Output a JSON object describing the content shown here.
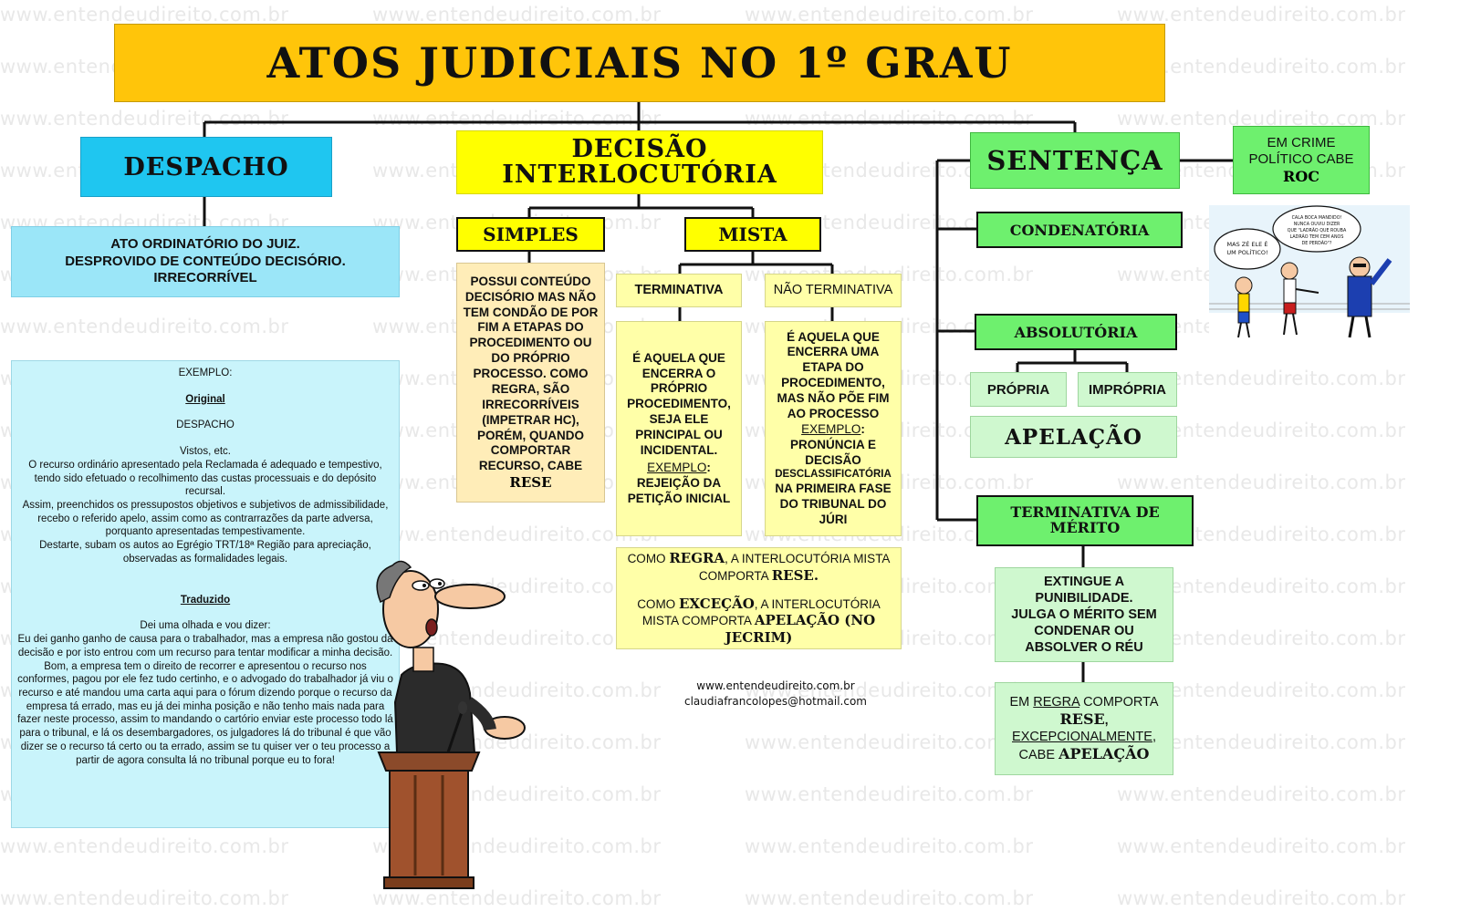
{
  "watermark": "www.entendeudireito.com.br",
  "title": "ATOS JUDICIAIS NO 1º GRAU",
  "despacho": {
    "heading": "DESPACHO",
    "definition": [
      "ATO ORDINATÓRIO DO JUIZ.",
      "DESPROVIDO DE CONTEÚDO DECISÓRIO.",
      "IRRECORRÍVEL"
    ],
    "example": {
      "label": "EXEMPLO:",
      "original_heading": "Original",
      "original_title": "DESPACHO",
      "original_paragraphs": [
        "Vistos, etc.",
        "O recurso ordinário apresentado pela Reclamada é adequado e tempestivo, tendo sido efetuado o recolhimento das custas processuais e do depósito recursal.",
        "Assim, preenchidos os pressupostos objetivos e subjetivos de admissibilidade, recebo o referido apelo, assim como as contrarrazões da parte adversa, porquanto apresentadas tempestivamente.",
        "Destarte, subam os autos ao Egrégio TRT/18ª Região para apreciação, observadas as formalidades legais."
      ],
      "translated_heading": "Traduzido",
      "translated_paragraphs": [
        "Dei uma olhada e vou dizer:",
        "Eu dei ganho ganho de causa para o trabalhador, mas a empresa não gostou da decisão e por isto entrou com um recurso para tentar modificar a minha decisão.",
        "Bom, a empresa tem o direito de recorrer e apresentou o recurso nos conformes, pagou por ele fez tudo certinho, e o advogado do trabalhador já viu o recurso e até mandou uma carta aqui para o fórum dizendo porque o recurso da empresa tá errado, mas eu já dei minha posição e não tenho mais nada para fazer neste processo, assim to mandando o cartório enviar este processo todo lá para o tribunal, e lá os desembargadores, os julgadores lá do tribunal é que vão dizer se o recurso tá certo ou ta errado, assim se tu quiser ver o teu processo a partir de agora consulta lá no tribunal porque eu to fora!"
      ]
    }
  },
  "interlocutoria": {
    "heading_line1": "DECISÃO",
    "heading_line2": "INTERLOCUTÓRIA",
    "simples": {
      "heading": "SIMPLES",
      "text": "POSSUI CONTEÚDO DECISÓRIO MAS NÃO TEM CONDÃO DE POR FIM A ETAPAS DO PROCEDIMENTO OU DO PRÓPRIO PROCESSO. COMO REGRA, SÃO IRRECORRÍVEIS (IMPETRAR HC), PORÉM, QUANDO COMPORTAR RECURSO, CABE",
      "recurso": "RESE"
    },
    "mista": {
      "heading": "MISTA",
      "terminativa": {
        "heading": "TERMINATIVA",
        "text": "É AQUELA QUE ENCERRA O PRÓPRIO PROCEDIMENTO, SEJA ELE PRINCIPAL OU INCIDENTAL.",
        "example_label": "EXEMPLO",
        "example_text": "REJEIÇÃO DA PETIÇÃO INICIAL"
      },
      "nao_terminativa": {
        "heading": "NÃO TERMINATIVA",
        "text": "É AQUELA QUE ENCERRA UMA ETAPA DO PROCEDIMENTO, MAS NÃO PÕE FIM AO PROCESSO",
        "example_label": "EXEMPLO",
        "example_text1": "PRONÚNCIA E DECISÃO",
        "example_text2": "DESCLASSIFICATÓRIA",
        "example_text3": "NA PRIMEIRA FASE DO TRIBUNAL DO JÚRI"
      },
      "rule": {
        "p1_a": "COMO",
        "p1_b": "REGRA",
        "p1_c": ", A INTERLOCUTÓRIA MISTA COMPORTA",
        "p1_d": "RESE.",
        "p2_a": "COMO",
        "p2_b": "EXCEÇÃO",
        "p2_c": ", A INTERLOCUTÓRIA MISTA COMPORTA",
        "p2_d": "APELAÇÃO (NO JECRIM)"
      }
    }
  },
  "sentenca": {
    "heading": "SENTENÇA",
    "crime_politico": {
      "line1": "EM CRIME",
      "line2": "POLÍTICO CABE",
      "line3": "ROC"
    },
    "condenatoria": "CONDENATÓRIA",
    "absolutoria": "ABSOLUTÓRIA",
    "propria": "PRÓPRIA",
    "impropria": "IMPRÓPRIA",
    "apelacao": "APELAÇÃO",
    "terminativa_merito": {
      "line1": "TERMINATIVA DE",
      "line2": "MÉRITO"
    },
    "terminativa_text": [
      "EXTINGUE A",
      "PUNIBILIDADE.",
      "JULGA O MÉRITO SEM",
      "CONDENAR OU",
      "ABSOLVER O RÉU"
    ],
    "recurso": {
      "p1": "EM",
      "regra": "REGRA",
      "p2": "COMPORTA",
      "rese": "RESE",
      "comma": ",",
      "excep": "EXCEPCIONALMENTE",
      "p3": ", CABE",
      "apelacao": "APELAÇÃO"
    }
  },
  "cartoon": {
    "bubble1": "MAS ZÉ ELE É UM POLÍTICO!",
    "bubble2": "CALA BOCA MANDIDO! NUNCA OUVIU DIZER QUE \"LADRÃO QUE ROUBA LADRÃO TEM CEM ANOS DE PERDÃO\"?"
  },
  "credits": {
    "site": "www.entendeudireito.com.br",
    "email": "claudiafrancolopes@hotmail.com"
  },
  "colors": {
    "title": "#FFC50A",
    "despacho": "#1FC6F0",
    "interlocutoria": "#FFFF00",
    "sentenca": "#6EF06E"
  }
}
